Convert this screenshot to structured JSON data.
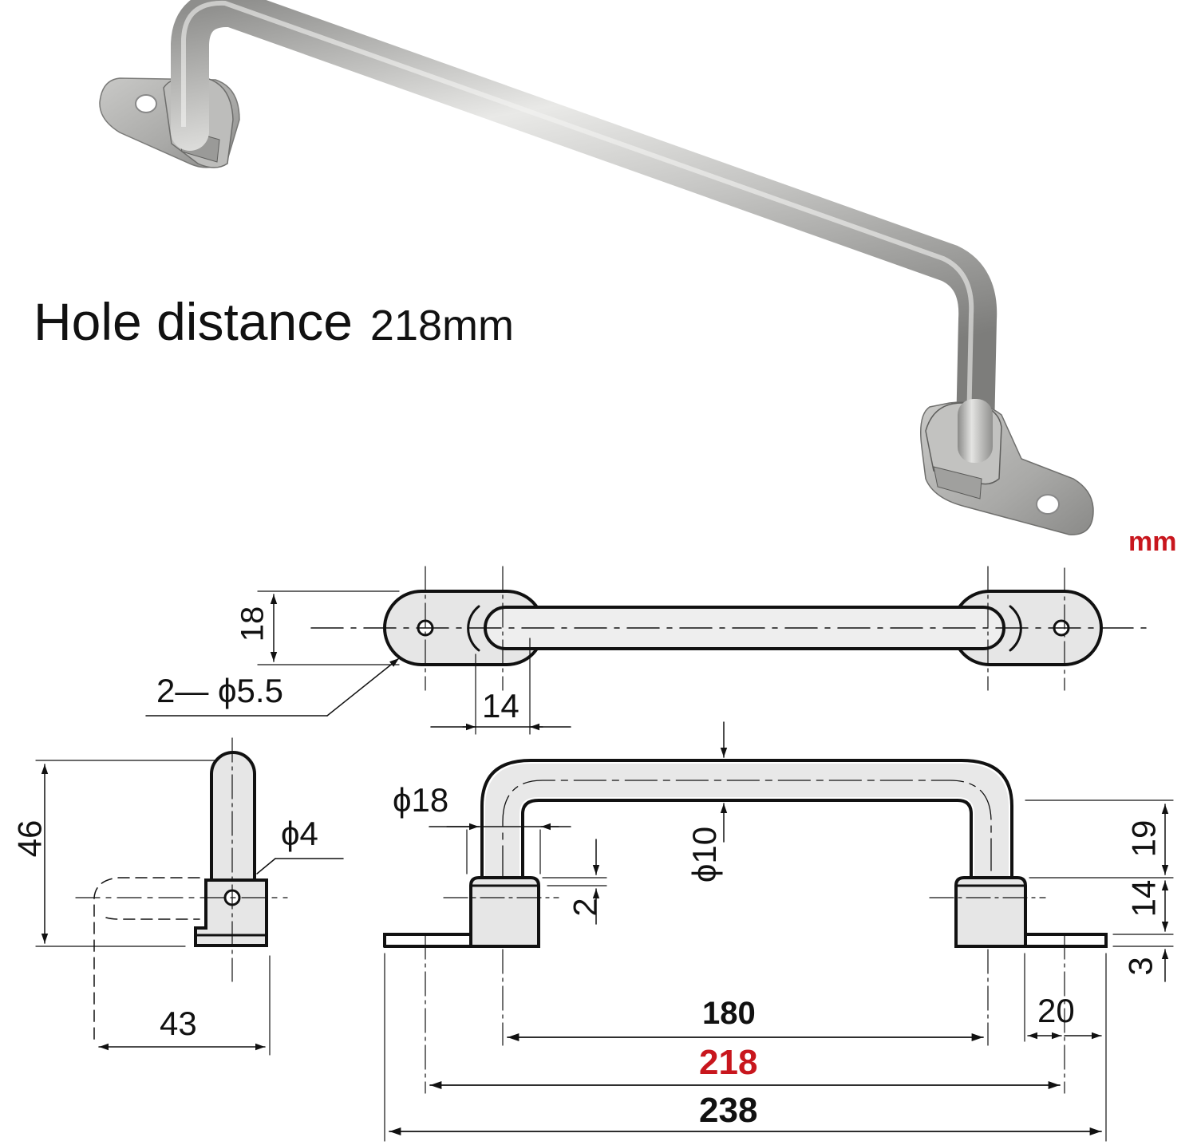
{
  "product_photo": {
    "subject": "stainless steel folding pull handle",
    "material_color": "#b8b8b6"
  },
  "caption": {
    "label": "Hole distance",
    "value": "218mm"
  },
  "units_label": "mm",
  "colors": {
    "line": "#111111",
    "fill": "#e6e6e6",
    "highlight": "#c8161d"
  },
  "drawing": {
    "top_view": {
      "base_width": "18",
      "holes": "2— ϕ5.5",
      "base_offset": "14"
    },
    "side_view": {
      "height": "46",
      "pin_diameter": "ϕ4",
      "depth": "43"
    },
    "front_view": {
      "bend_diameter": "ϕ18",
      "rod_diameter": "ϕ10",
      "collar_gap": "2",
      "upper_height": "19",
      "base_height": "14",
      "plate_thickness": "3",
      "plate_tab": "20",
      "inner_span": "180",
      "hole_distance": "218",
      "overall_length": "238"
    }
  }
}
